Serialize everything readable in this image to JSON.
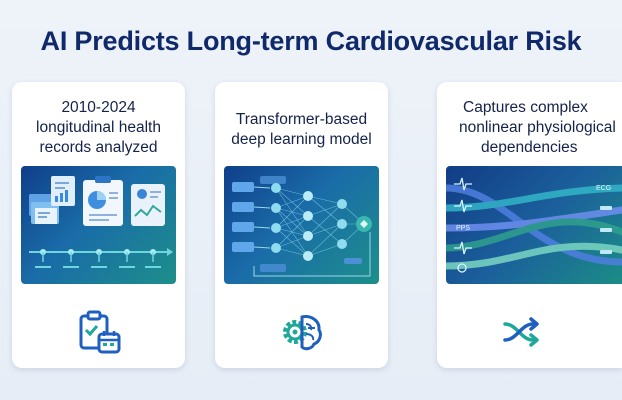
{
  "title": "AI Predicts Long-term Cardiovascular Risk",
  "cards": [
    {
      "lines": [
        "2010-2024",
        "longitudinal health",
        "records analyzed"
      ],
      "illustration": "medical-records-timeline",
      "icon": "clipboard-calendar-icon"
    },
    {
      "lines": [
        "Transformer-based",
        "deep learning model"
      ],
      "illustration": "neural-network-diagram",
      "icon": "brain-gear-icon"
    },
    {
      "lines": [
        "Captures complex",
        "nonlinear physiological",
        "dependencies"
      ],
      "illustration": "intertwined-signal-curves",
      "signal_labels": [
        "ECG",
        "PPS"
      ],
      "icon": "shuffle-arrows-icon"
    }
  ],
  "colors": {
    "title": "#10296a",
    "accent_blue": "#1f5fbf",
    "accent_teal": "#1ea89a",
    "panel_dark": "#0f3f8a"
  }
}
